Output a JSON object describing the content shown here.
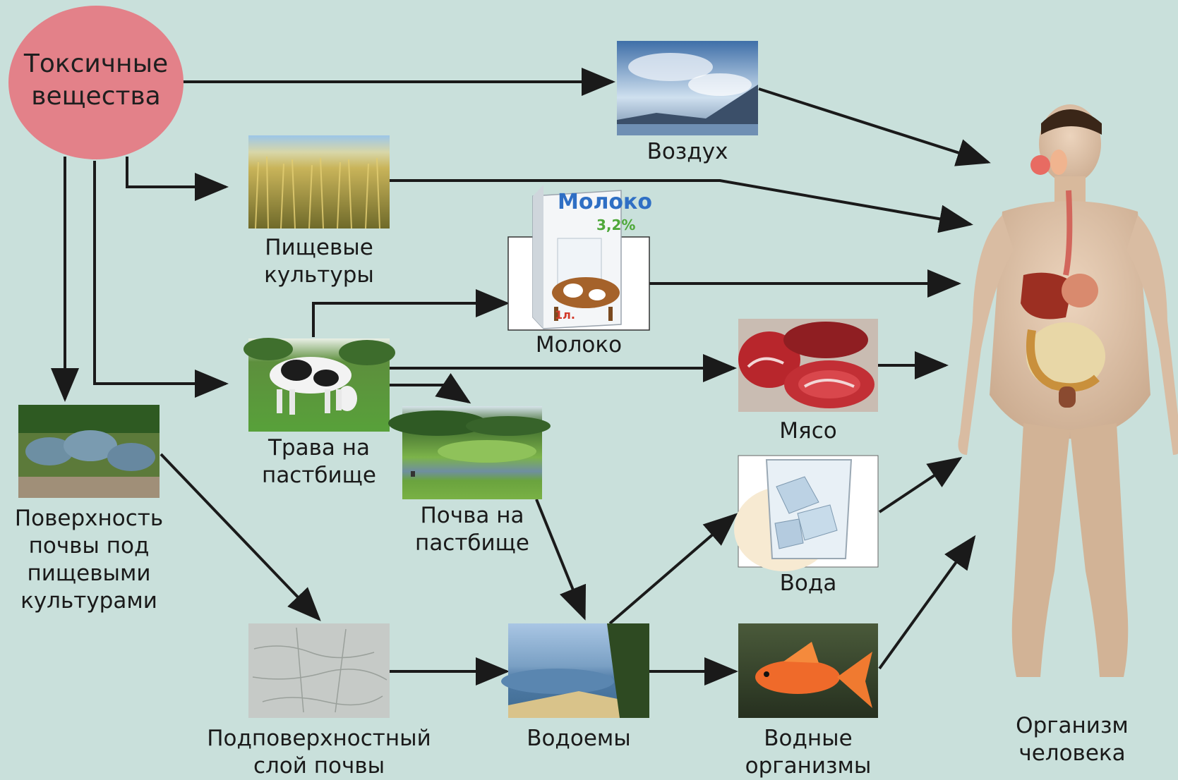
{
  "colors": {
    "background": "#c9e0db",
    "source_circle": "#e38189",
    "arrow": "#1a1a1a"
  },
  "source": {
    "label": "Токсичные\nвещества"
  },
  "nodes": {
    "air": {
      "label": "Воздух",
      "icon": "sky-lake-photo"
    },
    "crops": {
      "label": "Пищевые\nкультуры",
      "icon": "wheat-field-photo"
    },
    "milk": {
      "label": "Молоко",
      "icon": "milk-carton-photo",
      "carton_brand": "Молоко",
      "carton_fat": "3,2%",
      "carton_volume": "1л."
    },
    "pasture_grass": {
      "label": "Трава на\nпастбище",
      "icon": "grazing-cow-photo"
    },
    "meat": {
      "label": "Мясо",
      "icon": "raw-meat-photo"
    },
    "pasture_soil": {
      "label": "Почва на\nпастбище",
      "icon": "meadow-photo"
    },
    "water": {
      "label": "Вода",
      "icon": "water-glass-photo"
    },
    "surface_soil": {
      "label": "Поверхность\nпочвы под\nпищевыми\nкультурами",
      "icon": "cabbage-bed-photo"
    },
    "subsurface": {
      "label": "Подповерхностный\nслой почвы",
      "icon": "dry-soil-photo"
    },
    "water_bodies": {
      "label": "Водоемы",
      "icon": "river-photo"
    },
    "aquatic": {
      "label": "Водные\nорганизмы",
      "icon": "goldfish-photo"
    },
    "human": {
      "label": "Организм\nчеловека",
      "icon": "human-anatomy-figure"
    }
  }
}
